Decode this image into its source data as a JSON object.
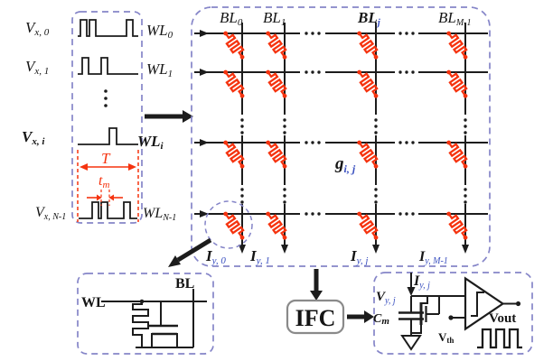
{
  "figure": {
    "waveforms": {
      "labels": [
        {
          "main": "V",
          "sub": "x, 0"
        },
        {
          "main": "V",
          "sub": "x, 1"
        },
        {
          "main": "V",
          "sub": "x, i"
        },
        {
          "main": "V",
          "sub": "x, N-1"
        }
      ],
      "period": "T",
      "pulse_main": "t",
      "pulse_sub": "m"
    },
    "wordlines": [
      {
        "main": "WL",
        "sub": "0"
      },
      {
        "main": "WL",
        "sub": "1"
      },
      {
        "main": "WL",
        "sub": "i"
      },
      {
        "main": "WL",
        "sub": "N-1"
      }
    ],
    "bitlines": [
      {
        "main": "BL",
        "sub": "0"
      },
      {
        "main": "BL",
        "sub": "1"
      },
      {
        "main": "BL",
        "sub": "j"
      },
      {
        "main": "BL",
        "sub": "M-1"
      }
    ],
    "conductance": {
      "main": "g",
      "sub": "i, j"
    },
    "currents": [
      {
        "main": "I",
        "sub": "y, 0"
      },
      {
        "main": "I",
        "sub": "y, 1"
      },
      {
        "main": "I",
        "sub": "y, j"
      },
      {
        "main": "I",
        "sub": "y, M-1"
      }
    ],
    "cell": {
      "wl": "WL",
      "bl": "BL"
    },
    "ifc_label": "IFC",
    "neuron": {
      "current": {
        "main": "I",
        "sub": "y, j"
      },
      "voltage": {
        "main": "V",
        "sub": "y, j"
      },
      "capacitor": {
        "main": "C",
        "sub": "m"
      },
      "threshold": {
        "main": "V",
        "sub": "th"
      },
      "output": "Vout"
    },
    "colors": {
      "memristor_red": "#f5330f",
      "subscript_blue": "#3a50c0",
      "annotation_red": "#f5330f",
      "dashed_box_blue": "#8585c8"
    }
  }
}
